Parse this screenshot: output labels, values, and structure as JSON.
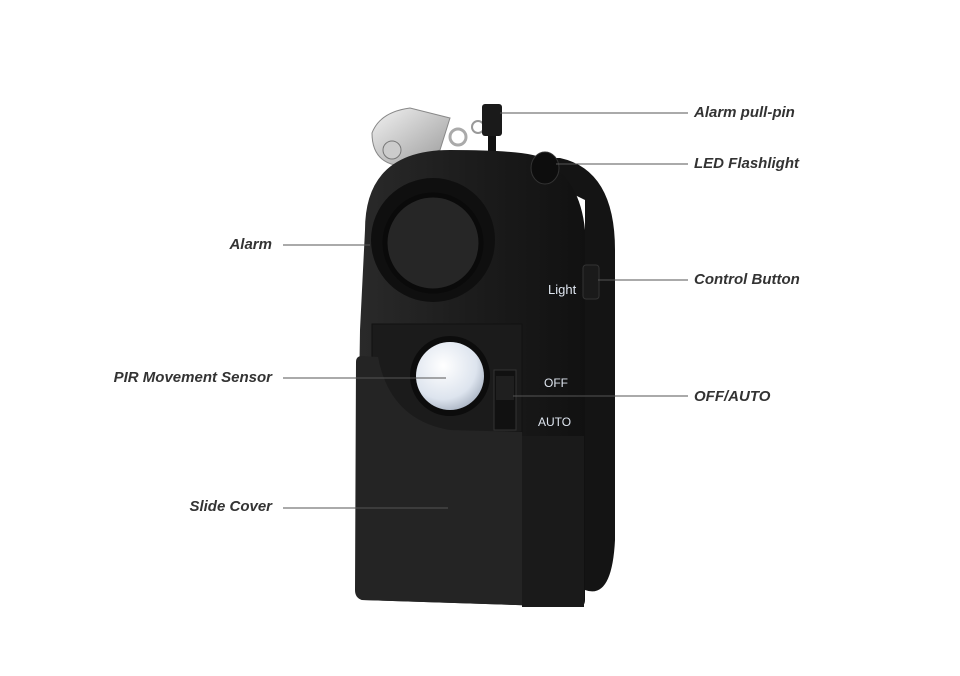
{
  "labels": {
    "pull_pin": "Alarm pull-pin",
    "led": "LED Flashlight",
    "control": "Control Button",
    "off_auto": "OFF/AUTO",
    "alarm": "Alarm",
    "pir": "PIR Movement Sensor",
    "slide": "Slide Cover"
  },
  "device_text": {
    "light": "Light",
    "off": "OFF",
    "auto": "AUTO"
  },
  "colors": {
    "body": "#1e1e1e",
    "label": "#333333",
    "leader": "#555555"
  }
}
